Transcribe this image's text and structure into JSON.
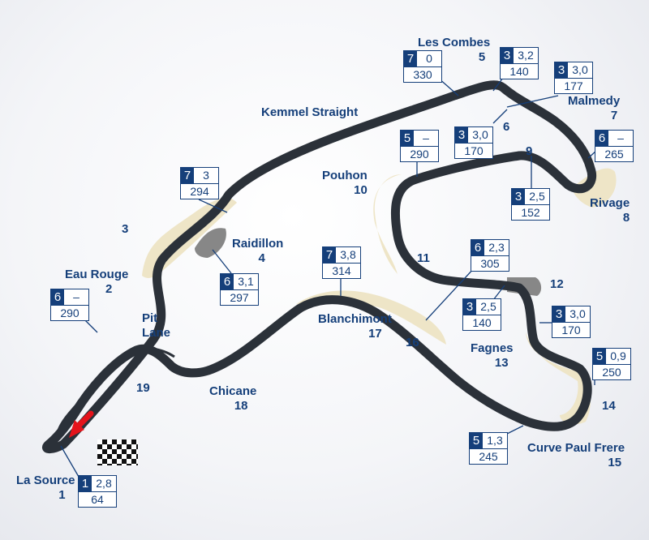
{
  "labels": [
    {
      "id": "les-combes",
      "name": "Les Combes",
      "num": "5"
    },
    {
      "id": "kemmel-straight",
      "name": "Kemmel Straight",
      "num": ""
    },
    {
      "id": "malmedy",
      "name": "Malmedy",
      "num": "7"
    },
    {
      "id": "pouhon",
      "name": "Pouhon",
      "num": "10"
    },
    {
      "id": "turn-9",
      "name": "",
      "num": "9"
    },
    {
      "id": "rivage",
      "name": "Rivage",
      "num": "8"
    },
    {
      "id": "turn-6",
      "name": "",
      "num": "6"
    },
    {
      "id": "turn-3",
      "name": "",
      "num": "3"
    },
    {
      "id": "raidillon",
      "name": "Raidillon",
      "num": "4"
    },
    {
      "id": "eau-rouge",
      "name": "Eau Rouge",
      "num": "2"
    },
    {
      "id": "turn-11",
      "name": "",
      "num": "11"
    },
    {
      "id": "turn-12",
      "name": "",
      "num": "12"
    },
    {
      "id": "pit-lane",
      "name": "Pit\nLane",
      "num": ""
    },
    {
      "id": "blanchimont",
      "name": "Blanchimont",
      "num": "17"
    },
    {
      "id": "turn-16",
      "name": "",
      "num": "16"
    },
    {
      "id": "fagnes",
      "name": "Fagnes",
      "num": "13"
    },
    {
      "id": "turn-19",
      "name": "",
      "num": "19"
    },
    {
      "id": "chicane",
      "name": "Chicane",
      "num": "18"
    },
    {
      "id": "turn-14",
      "name": "",
      "num": "14"
    },
    {
      "id": "curve-paul-frere",
      "name": "Curve Paul Frere",
      "num": "15"
    },
    {
      "id": "la-source",
      "name": "La Source",
      "num": "1"
    }
  ],
  "gearboxes": [
    {
      "id": "les-combes-entry",
      "gear": "7",
      "g": "0",
      "speed": "330"
    },
    {
      "id": "les-combes",
      "gear": "3",
      "g": "3,2",
      "speed": "140"
    },
    {
      "id": "malmedy",
      "gear": "3",
      "g": "3,0",
      "speed": "177"
    },
    {
      "id": "turn-6",
      "gear": "3",
      "g": "3,0",
      "speed": "170"
    },
    {
      "id": "rivage",
      "gear": "6",
      "g": "–",
      "speed": "265"
    },
    {
      "id": "pouhon",
      "gear": "5",
      "g": "–",
      "speed": "290"
    },
    {
      "id": "raidillon-entry",
      "gear": "7",
      "g": "3",
      "speed": "294"
    },
    {
      "id": "turn-9",
      "gear": "3",
      "g": "2,5",
      "speed": "152"
    },
    {
      "id": "raidillon",
      "gear": "6",
      "g": "3,1",
      "speed": "297"
    },
    {
      "id": "blanchimont",
      "gear": "7",
      "g": "3,8",
      "speed": "314"
    },
    {
      "id": "turn-11",
      "gear": "6",
      "g": "2,3",
      "speed": "305"
    },
    {
      "id": "eau-rouge",
      "gear": "6",
      "g": "–",
      "speed": "290"
    },
    {
      "id": "turn-12",
      "gear": "3",
      "g": "2,5",
      "speed": "140"
    },
    {
      "id": "fagnes",
      "gear": "3",
      "g": "3,0",
      "speed": "170"
    },
    {
      "id": "turn-14",
      "gear": "5",
      "g": "0,9",
      "speed": "250"
    },
    {
      "id": "curve-paul-frere",
      "gear": "5",
      "g": "1,3",
      "speed": "245"
    },
    {
      "id": "la-source",
      "gear": "1",
      "g": "2,8",
      "speed": "64"
    }
  ],
  "colors": {
    "track": "#2b3139",
    "runoff": "#eee5c7",
    "kerb": "#878787",
    "brand": "#153f7a",
    "arrow": "#e4131b"
  }
}
